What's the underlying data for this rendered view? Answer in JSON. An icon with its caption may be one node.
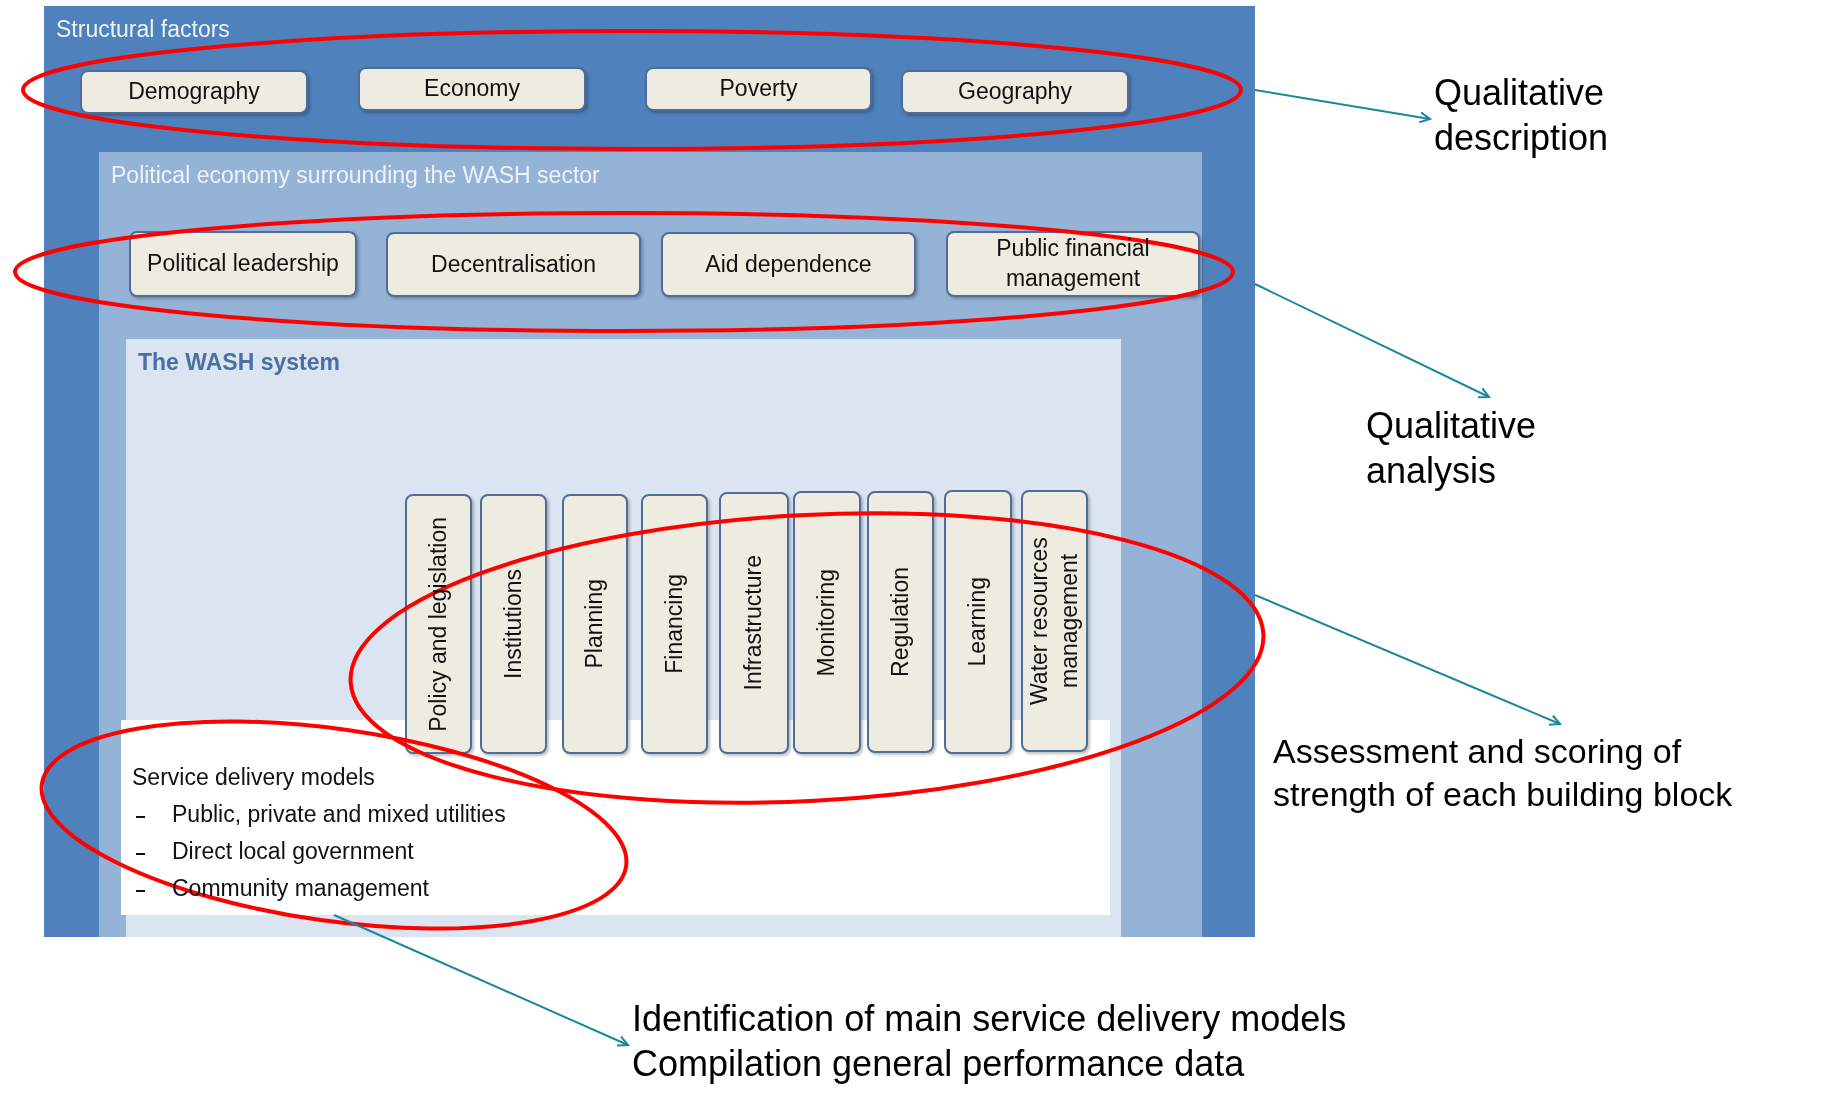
{
  "diagram": {
    "nodes": [
      {
        "text": [
          "Structural factors"
        ]
      },
      {
        "text": [
          "Demography"
        ],
        "in": 0
      },
      {
        "text": [
          "Economy"
        ],
        "in": 0
      },
      {
        "text": [
          "Poverty"
        ],
        "in": 0
      },
      {
        "text": [
          "Geography"
        ],
        "in": 0
      },
      {
        "text": [
          "Political economy surrounding the WASH sector"
        ],
        "in": 0
      },
      {
        "text": [
          "Political leadership"
        ],
        "in": 5
      },
      {
        "text": [
          "Decentralisation"
        ],
        "in": 5
      },
      {
        "text": [
          "Aid dependence"
        ],
        "in": 5
      },
      {
        "text": [
          "Public financial management"
        ],
        "in": 5
      },
      {
        "text": [
          "The WASH system"
        ],
        "in": 5
      },
      {
        "text": [
          "Policy and legislation"
        ],
        "in": 10
      },
      {
        "text": [
          "Institutions"
        ],
        "in": 10
      },
      {
        "text": [
          "Planning"
        ],
        "in": 10
      },
      {
        "text": [
          "Financing"
        ],
        "in": 10
      },
      {
        "text": [
          "Infrastructure"
        ],
        "in": 10
      },
      {
        "text": [
          "Monitoring"
        ],
        "in": 10
      },
      {
        "text": [
          "Regulation"
        ],
        "in": 10
      },
      {
        "text": [
          "Learning"
        ],
        "in": 10
      },
      {
        "text": [
          "Water resources management"
        ],
        "in": 10
      },
      {
        "text": [
          "Service delivery models",
          "Public, private and mixed utilities",
          "Direct local government",
          "Community management"
        ],
        "in": 10
      },
      {
        "text": [
          "Qualitative description"
        ]
      },
      {
        "text": [
          "Qualitative analysis"
        ]
      },
      {
        "text": [
          "Assessment and scoring of strength of each building block"
        ]
      },
      {
        "text": [
          "Identification of main service delivery models",
          "Compilation general performance data"
        ]
      }
    ],
    "edges": [
      {
        "from": 0,
        "to": 21,
        "arrow": "to"
      },
      {
        "from": 0,
        "to": 22,
        "arrow": "to"
      },
      {
        "from": 0,
        "to": 23,
        "arrow": "to"
      },
      {
        "from": 20,
        "to": 24,
        "arrow": "to"
      }
    ]
  }
}
